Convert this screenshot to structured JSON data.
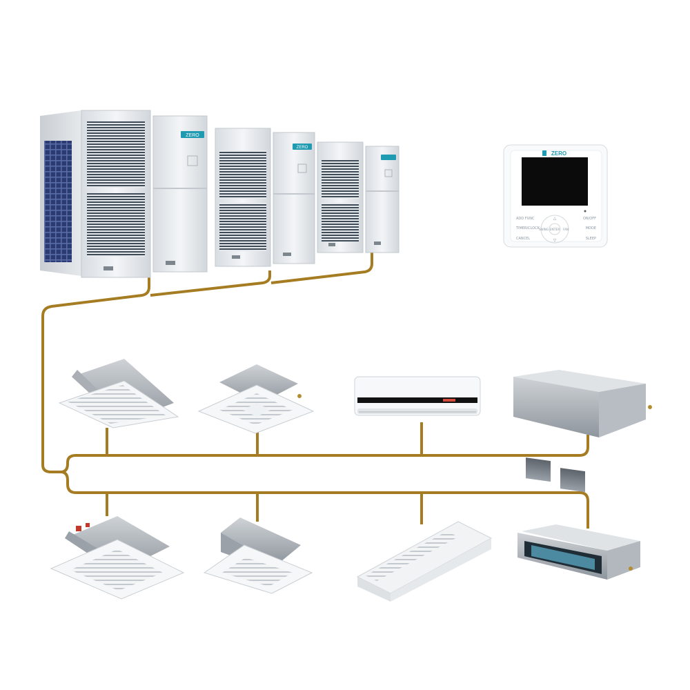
{
  "colors": {
    "pipe": "#a57c22",
    "unit_body": "#e9ecef",
    "unit_shadow": "#b9bfc5",
    "grille": "#3e4a55",
    "coil_blue": "#2c3c73",
    "brand_teal": "#1e9bb0",
    "screen": "#0b0b0b"
  },
  "brand": {
    "logo_text": "ZERO"
  },
  "controller": {
    "buttons": {
      "left_top": "ADD FUNC",
      "left_mid": "TIMER/CLOCK",
      "left_bot": "CANCEL",
      "right_top": "ON/OFF",
      "right_mid": "MODE",
      "right_bot": "SLEEP",
      "center": "ENTER",
      "center_left": "SWING",
      "center_right": "FAN"
    }
  },
  "outdoor_units": [
    {
      "module": "1"
    },
    {
      "module": "2"
    },
    {
      "module": "3"
    }
  ],
  "indoor_units_row1": [
    {
      "kind": "one-way-cassette-icon"
    },
    {
      "kind": "four-way-cassette-icon"
    },
    {
      "kind": "wall-split-icon"
    },
    {
      "kind": "high-static-duct-icon"
    }
  ],
  "indoor_units_row2": [
    {
      "kind": "large-cassette-icon"
    },
    {
      "kind": "compact-cassette-icon"
    },
    {
      "kind": "ceiling-floor-icon"
    },
    {
      "kind": "slim-duct-icon"
    }
  ]
}
